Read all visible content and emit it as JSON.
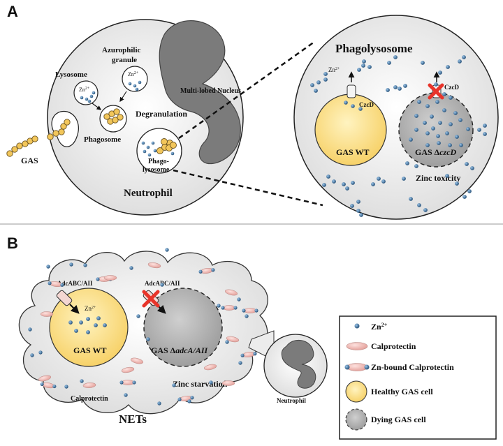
{
  "panel_a": {
    "letter": "A",
    "gas": "GAS",
    "lysosome": "Lysosome",
    "azurophilic_line1": "Azurophilic",
    "azurophilic_line2": "granule",
    "zn_base": "Zn",
    "zn_sup": "2+",
    "degranulation": "Degranulation",
    "phagosome": "Phagosome",
    "nucleus": "Multi-lobed Nucleus",
    "phago_line1": "Phago-",
    "phago_line2": "lysosome",
    "neutrophil": "Neutrophil",
    "phagolysosome_title": "Phagolysosome",
    "czcd": "CzcD",
    "gas_wt": "GAS WT",
    "gas_mutant_prefix": "GAS Δ",
    "gas_mutant_gene": "czcD",
    "zinc_toxicity": "Zinc toxicity"
  },
  "panel_b": {
    "letter": "B",
    "adc_left": "AdcABC/AII",
    "adc_right": "AdcABC/AII",
    "gas_wt": "GAS WT",
    "gas_mutant_prefix": "GAS Δ",
    "gas_mutant_gene": "adcA/AII",
    "zinc_starvation": "Zinc starvation",
    "calprotectin": "Calprotectin",
    "nets": "NETs",
    "neutrophil": "Neutrophil"
  },
  "legend": {
    "items": [
      {
        "label_base": "Zn",
        "label_sup": "2+"
      },
      {
        "label_base": "Calprotectin",
        "label_sup": ""
      },
      {
        "label_base": "Zn-bound Calprotectin",
        "label_sup": ""
      },
      {
        "label_base": "Healthy GAS cell",
        "label_sup": ""
      },
      {
        "label_base": "Dying GAS cell",
        "label_sup": ""
      }
    ]
  },
  "colors": {
    "zinc": "#2f5f8a",
    "gas_healthy": "#fbe08a",
    "gas_dying": "#a9a9a9",
    "calprotectin": "#f1b8b4",
    "nucleus": "#7b7b7b",
    "inhibit": "#e8342a"
  }
}
